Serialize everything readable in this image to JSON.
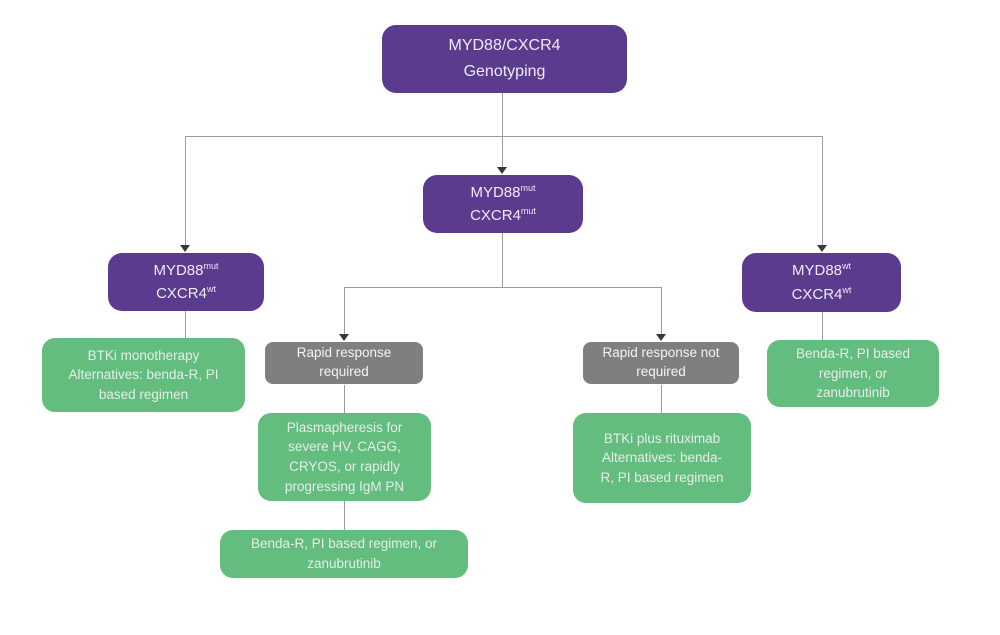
{
  "colors": {
    "purple_box": "#5a3b8d",
    "green_box": "#62bd7e",
    "gray_box": "#7f7f7f",
    "connector_line": "#9b9b9b",
    "arrowhead": "#383838",
    "background": "#ffffff"
  },
  "nodes": {
    "root": {
      "line1": "MYD88/CXCR4",
      "line2": "Genotyping"
    },
    "branch_mid": {
      "gene1": "MYD88",
      "sup1": "mut",
      "gene2": "CXCR4",
      "sup2": "mut"
    },
    "branch_left": {
      "gene1": "MYD88",
      "sup1": "mut",
      "gene2": "CXCR4",
      "sup2": "wt"
    },
    "branch_right": {
      "gene1": "MYD88",
      "sup1": "wt",
      "gene2": "CXCR4",
      "sup2": "wt"
    },
    "btki_mono": {
      "lines": [
        "BTKi monotherapy",
        "Alternatives: benda-R, PI",
        "based regimen"
      ]
    },
    "rapid_required": {
      "lines": [
        "Rapid response",
        "required"
      ]
    },
    "rapid_not_required": {
      "lines": [
        "Rapid response not",
        "required"
      ]
    },
    "plasmapheresis": {
      "lines": [
        "Plasmapheresis for",
        "severe HV, CAGG,",
        "CRYOS, or rapidly",
        "progressing IgM PN"
      ]
    },
    "benda_zanu_bottom": {
      "lines": [
        "Benda-R, PI based regimen, or",
        "zanubrutinib"
      ]
    },
    "btki_rituximab": {
      "lines": [
        "BTKi plus rituximab",
        "Alternatives: benda-",
        "R, PI based regimen"
      ]
    },
    "benda_zanu_right": {
      "lines": [
        "Benda-R, PI based",
        "regimen, or",
        "zanubrutinib"
      ]
    }
  }
}
